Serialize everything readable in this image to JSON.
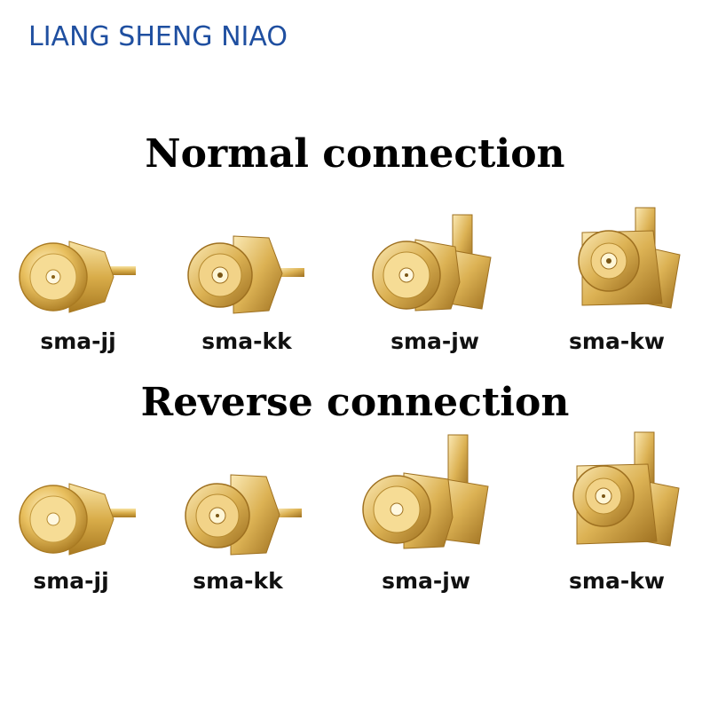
{
  "brand": "LIANG SHENG NIAO",
  "sections": {
    "normal": {
      "heading": "Normal connection",
      "items": [
        {
          "label": "sma-jj",
          "kind": "male-straight"
        },
        {
          "label": "sma-kk",
          "kind": "female-bulkhead"
        },
        {
          "label": "sma-jw",
          "kind": "male-right-angle"
        },
        {
          "label": "sma-kw",
          "kind": "female-right-angle"
        }
      ]
    },
    "reverse": {
      "heading": "Reverse connection",
      "items": [
        {
          "label": "sma-jj",
          "kind": "male-straight"
        },
        {
          "label": "sma-kk",
          "kind": "female-bulkhead"
        },
        {
          "label": "sma-jw",
          "kind": "male-right-angle"
        },
        {
          "label": "sma-kw",
          "kind": "female-right-angle"
        }
      ]
    }
  },
  "colors": {
    "brand": "#1f4fa0",
    "gold_light": "#f4d98a",
    "gold": "#d9ad4a",
    "gold_dark": "#a97a22"
  }
}
